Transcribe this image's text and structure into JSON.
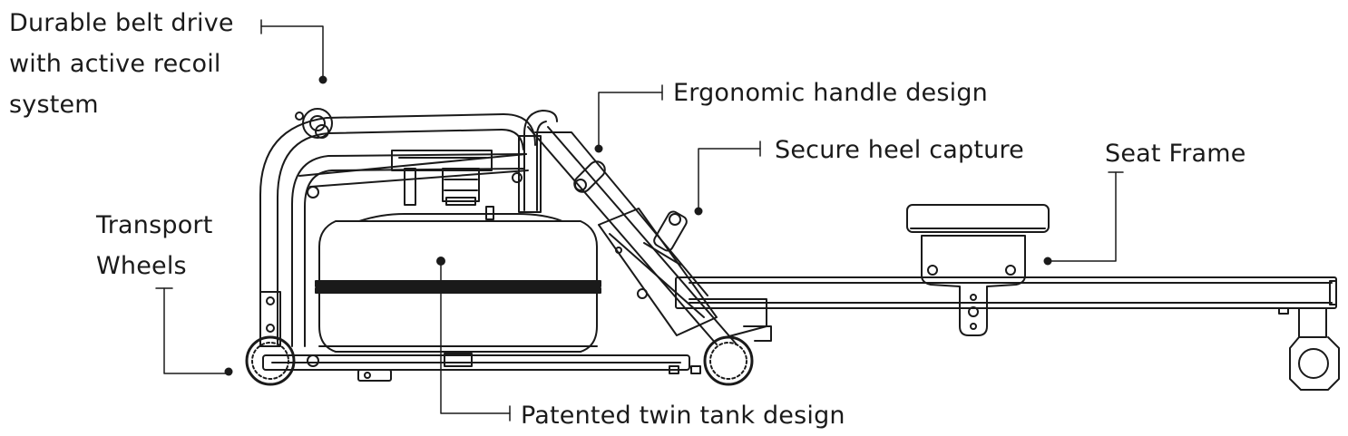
{
  "labels": {
    "belt_drive": "Durable belt drive\nwith active recoil\nsystem",
    "handle": "Ergonomic handle design",
    "heel": "Secure heel capture",
    "seat": "Seat Frame",
    "wheels": "Transport\nWheels",
    "tank": "Patented twin tank design"
  },
  "colors": {
    "line": "#1a1a1a",
    "background": "#ffffff"
  }
}
